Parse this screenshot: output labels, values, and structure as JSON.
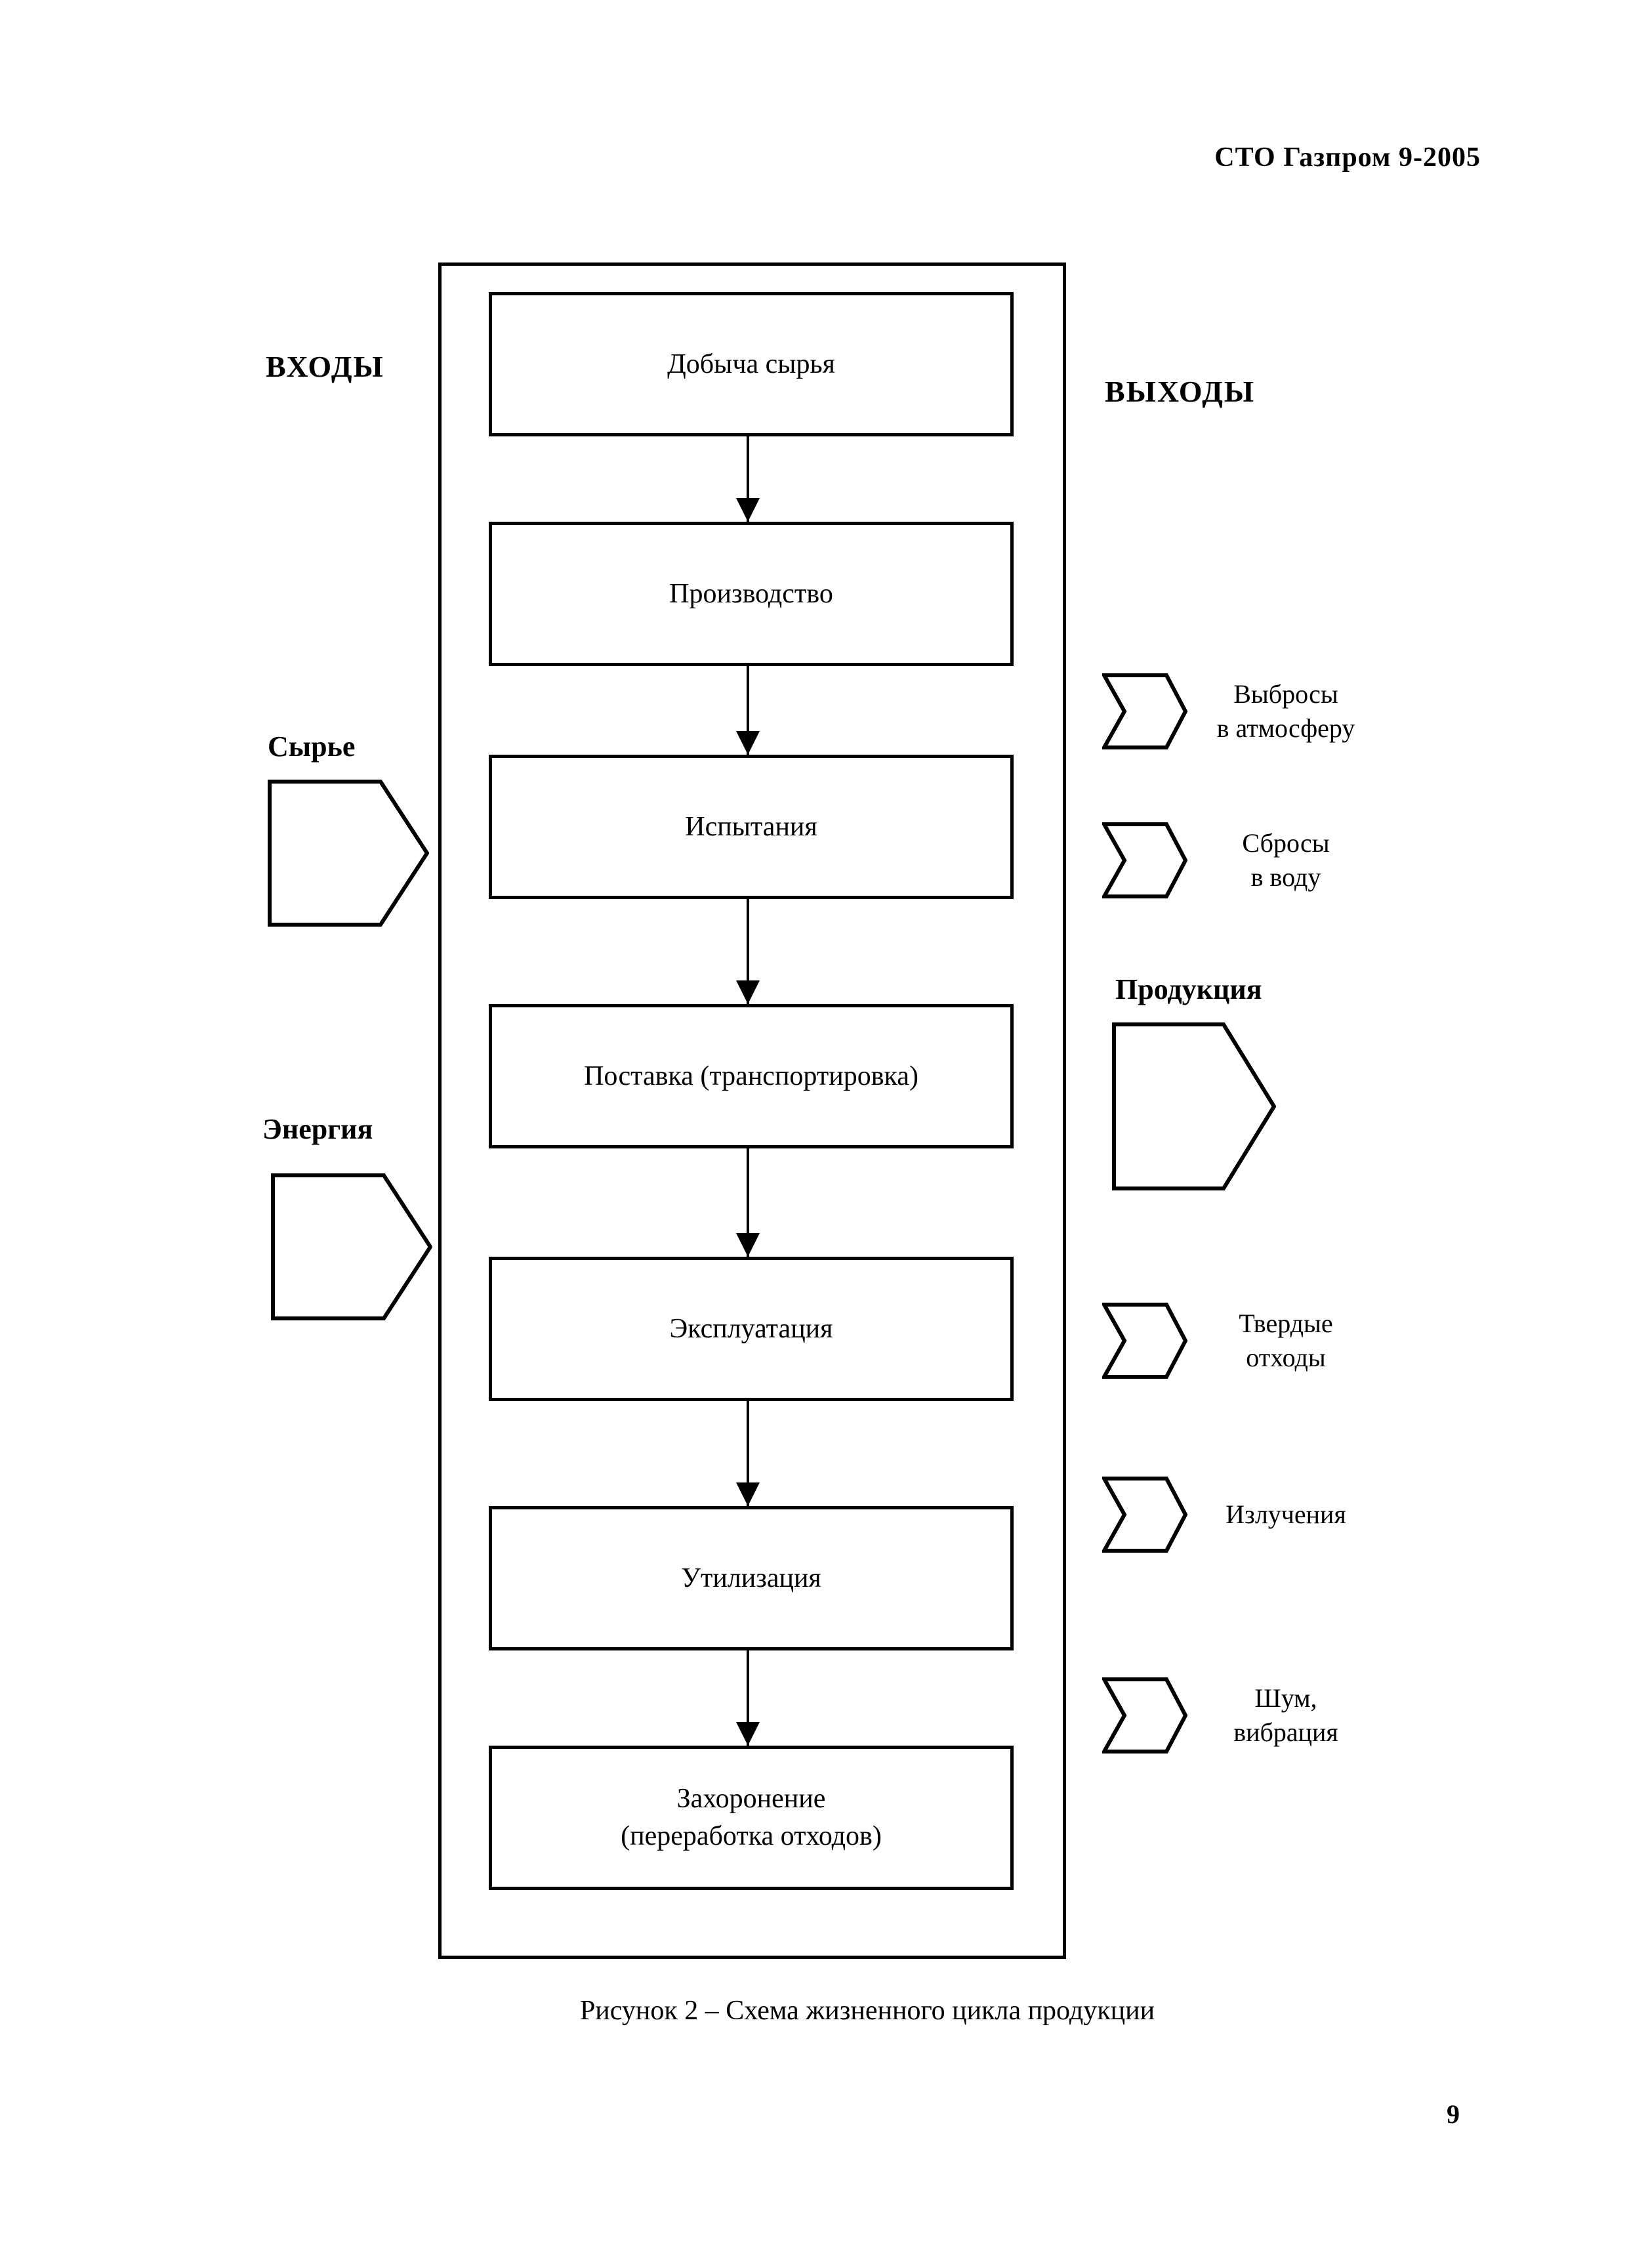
{
  "page": {
    "header": "СТО Газпром 9-2005",
    "caption": "Рисунок 2 – Схема жизненного цикла продукции",
    "page_number": "9"
  },
  "diagram": {
    "inputs_heading": "ВХОДЫ",
    "outputs_heading": "ВЫХОДЫ",
    "stages": [
      "Добыча сырья",
      "Производство",
      "Испытания",
      "Поставка (транспортировка)",
      "Эксплуатация",
      "Утилизация",
      "Захоронение\n(переработка отходов)"
    ],
    "inputs": [
      {
        "label": "Сырье"
      },
      {
        "label": "Энергия"
      }
    ],
    "outputs": [
      {
        "label": "Выбросы\nв атмосферу"
      },
      {
        "label": "Сбросы\nв воду"
      },
      {
        "label": "Продукция"
      },
      {
        "label": "Твердые\nотходы"
      },
      {
        "label": "Излучения"
      },
      {
        "label": "Шум,\nвибрация"
      }
    ],
    "colors": {
      "ink": "#000000",
      "paper": "#ffffff"
    }
  }
}
